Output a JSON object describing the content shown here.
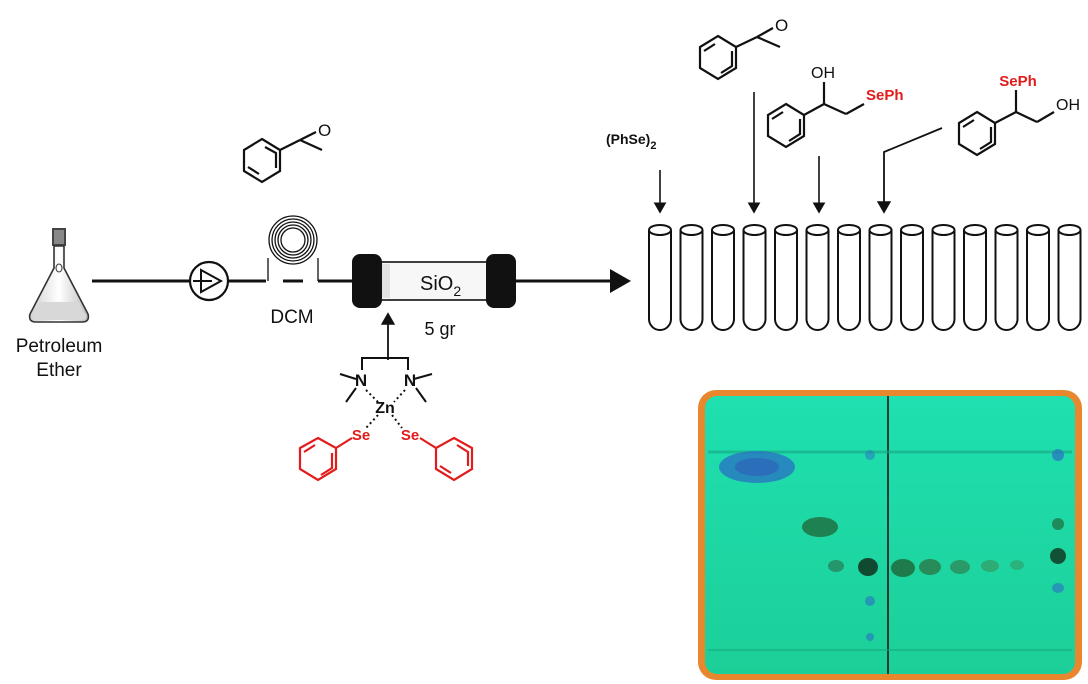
{
  "labels": {
    "solvent_line1": "Petroleum",
    "solvent_line2": "Ether",
    "coil_solvent": "DCM",
    "column_packing_main": "SiO",
    "column_packing_sub": "2",
    "column_mass": "5 gr",
    "reagent_N1": "N",
    "reagent_N2": "N",
    "reagent_Zn": "Zn",
    "reagent_Se1": "Se",
    "reagent_Se2": "Se",
    "diselenide_main": "(PhSe)",
    "diselenide_sub": "2",
    "product1_oh": "OH",
    "product1_seph": "SePh",
    "product2_seph": "SePh",
    "product2_oh": "OH",
    "epoxide_o": "O",
    "epoxide_top_o": "O"
  },
  "colors": {
    "selenium_red": "#e21b1b",
    "tlc_frame": "#e8872d",
    "tlc_plate": "#22d9a6"
  },
  "fraction_tubes": {
    "count": 14,
    "marked": [
      1,
      4,
      6,
      8
    ]
  }
}
